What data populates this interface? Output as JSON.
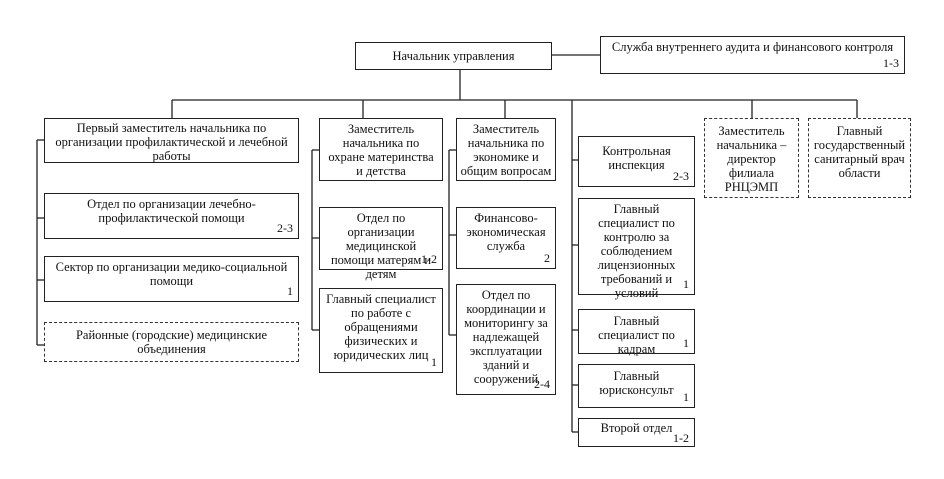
{
  "head": {
    "title": "Начальник управления"
  },
  "audit": {
    "title": "Служба внутреннего аудита и финансового контроля",
    "num": "1-3"
  },
  "col1": {
    "header": {
      "title": "Первый заместитель начальника по организации профилактической и лечебной работы"
    },
    "items": [
      {
        "title": "Отдел по организации лечебно-профилактической помощи",
        "num": "2-3"
      },
      {
        "title": "Сектор по организации медико-социальной помощи",
        "num": "1"
      },
      {
        "title": "Районные (городские) медицинские объединения",
        "num": ""
      }
    ]
  },
  "col2": {
    "header": {
      "title": "Заместитель начальника по охране материнства и детства"
    },
    "items": [
      {
        "title": "Отдел по организации медицинской помощи матерям и детям",
        "num": "1-2"
      },
      {
        "title": "Главный специалист по работе с обращениями физических и юридических лиц",
        "num": "1"
      }
    ]
  },
  "col3": {
    "header": {
      "title": "Заместитель начальника по экономике и общим вопросам"
    },
    "items": [
      {
        "title": "Финансово-экономическая служба",
        "num": "2"
      },
      {
        "title": "Отдел по координации и мониторингу за надлежащей эксплуатации зданий и сооружений",
        "num": "2-4"
      }
    ]
  },
  "col4": {
    "items": [
      {
        "title": "Контрольная инспекция",
        "num": "2-3"
      },
      {
        "title": "Главный специалист по контролю за соблюдением лицензионных требований и условий",
        "num": "1"
      },
      {
        "title": "Главный специалист по кадрам",
        "num": "1"
      },
      {
        "title": "Главный юрисконсульт",
        "num": "1"
      },
      {
        "title": "Второй отдел",
        "num": "1-2"
      }
    ]
  },
  "rncemp": {
    "title": "Заместитель начальника – директор филиала РНЦЭМП"
  },
  "sanitary": {
    "title": "Главный государственный санитарный врач области"
  }
}
